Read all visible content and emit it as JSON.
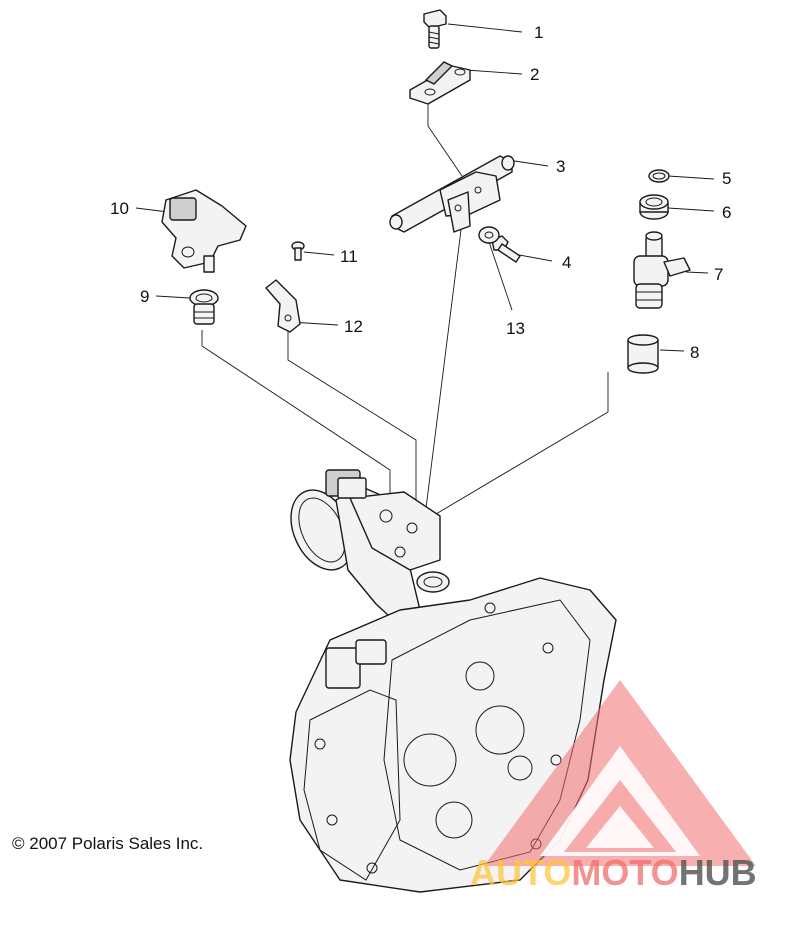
{
  "callouts": {
    "c1": "1",
    "c2": "2",
    "c3": "3",
    "c4": "4",
    "c5": "5",
    "c6": "6",
    "c7": "7",
    "c8": "8",
    "c9": "9",
    "c10": "10",
    "c11": "11",
    "c12": "12",
    "c13": "13"
  },
  "copyright": "© 2007 Polaris Sales Inc.",
  "watermark": {
    "part1": "AUTO",
    "part2": "MOTO",
    "part3": "HUB"
  },
  "colors": {
    "watermark_red": "#f08080",
    "watermark_yellow": "#ffc43c",
    "watermark_gray": "#5a5a5a"
  }
}
